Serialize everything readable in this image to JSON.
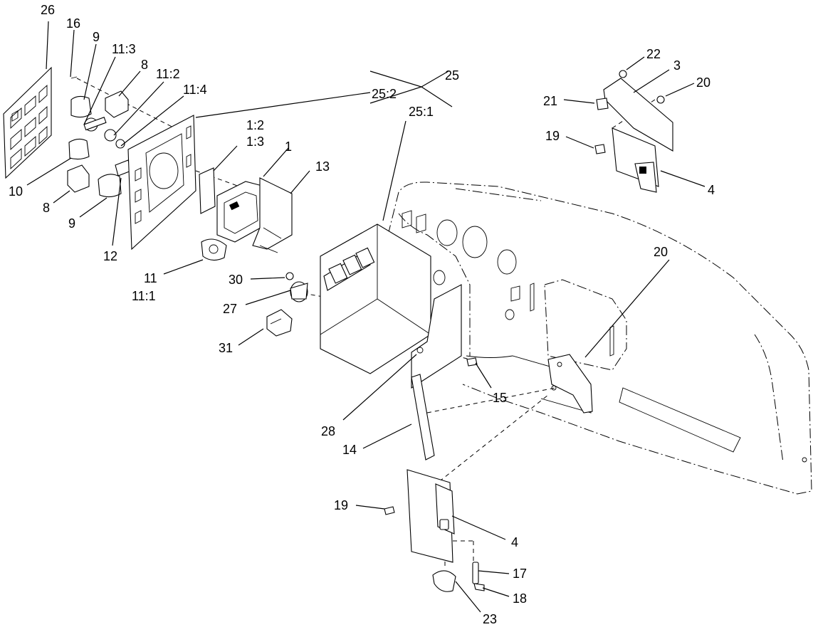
{
  "diagram": {
    "callouts": [
      {
        "id": "c26",
        "text": "26"
      },
      {
        "id": "c16",
        "text": "16"
      },
      {
        "id": "c9a",
        "text": "9"
      },
      {
        "id": "c113",
        "text": "11:3"
      },
      {
        "id": "c8a",
        "text": "8"
      },
      {
        "id": "c112",
        "text": "11:2"
      },
      {
        "id": "c114",
        "text": "11:4"
      },
      {
        "id": "c25",
        "text": "25"
      },
      {
        "id": "c252",
        "text": "25:2"
      },
      {
        "id": "c251",
        "text": "25:1"
      },
      {
        "id": "c12a",
        "text": "1:2"
      },
      {
        "id": "c13a",
        "text": "1:3"
      },
      {
        "id": "c1",
        "text": "1"
      },
      {
        "id": "c13",
        "text": "13"
      },
      {
        "id": "c10",
        "text": "10"
      },
      {
        "id": "c8b",
        "text": "8"
      },
      {
        "id": "c9b",
        "text": "9"
      },
      {
        "id": "c12",
        "text": "12"
      },
      {
        "id": "c11",
        "text": "11"
      },
      {
        "id": "c111",
        "text": "11:1"
      },
      {
        "id": "c30",
        "text": "30"
      },
      {
        "id": "c27",
        "text": "27"
      },
      {
        "id": "c31",
        "text": "31"
      },
      {
        "id": "c22",
        "text": "22"
      },
      {
        "id": "c3",
        "text": "3"
      },
      {
        "id": "c20a",
        "text": "20"
      },
      {
        "id": "c21",
        "text": "21"
      },
      {
        "id": "c19a",
        "text": "19"
      },
      {
        "id": "c4a",
        "text": "4"
      },
      {
        "id": "c20b",
        "text": "20"
      },
      {
        "id": "c15",
        "text": "15"
      },
      {
        "id": "c28",
        "text": "28"
      },
      {
        "id": "c14",
        "text": "14"
      },
      {
        "id": "c19b",
        "text": "19"
      },
      {
        "id": "c4b",
        "text": "4"
      },
      {
        "id": "c17",
        "text": "17"
      },
      {
        "id": "c18",
        "text": "18"
      },
      {
        "id": "c23",
        "text": "23"
      }
    ]
  }
}
